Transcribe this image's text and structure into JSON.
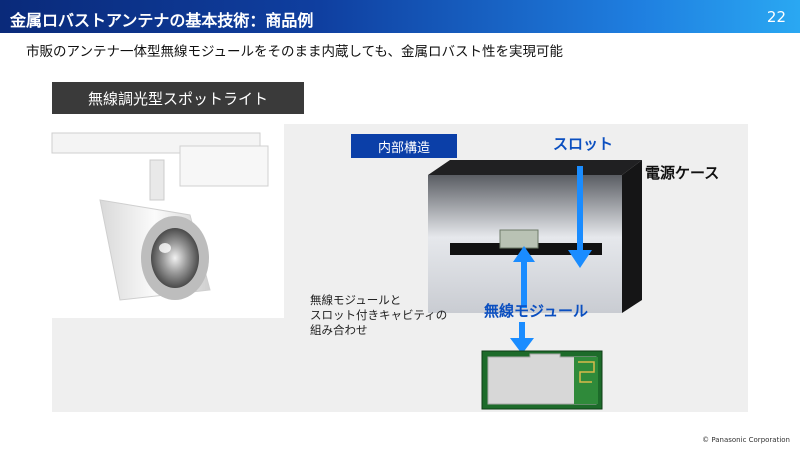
{
  "header": {
    "title": "金属ロバストアンテナの基本技術：商品例",
    "page_number": "22"
  },
  "subtitle": "市販のアンテナ一体型無線モジュールをそのまま内蔵しても、金属ロバスト性を実現可能",
  "product_label": "無線調光型スポットライト",
  "diagram": {
    "internal_structure_label": "内部構造",
    "slot_label": "スロット",
    "power_case_label": "電源ケース",
    "wireless_module_label": "無線モジュール",
    "combination_text": [
      "無線モジュールと",
      "スロット付きキャビティの",
      "組み合わせ"
    ]
  },
  "copyright": "© Panasonic Corporation",
  "colors": {
    "header_start": "#0a2a7a",
    "header_end": "#2aa8f2",
    "accent_blue": "#0b4fc0",
    "arrow_blue": "#1a8cff",
    "pcb_green": "#1d6b2a"
  }
}
